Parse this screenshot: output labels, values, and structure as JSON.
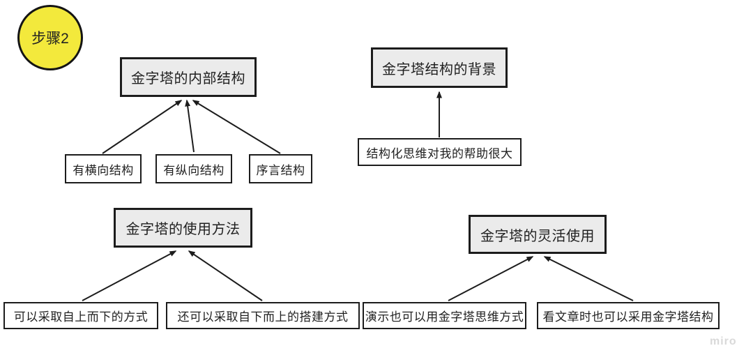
{
  "app": {
    "watermark": "miro"
  },
  "badge": {
    "label": "步骤2",
    "fill": "#f3e93c"
  },
  "colors": {
    "box_border": "#1c1c1c",
    "parent_fill": "#ebebeb",
    "child_fill": "#ffffff",
    "arrow": "#1c1c1c",
    "badge_fill": "#f3e93c"
  },
  "diagram": {
    "type": "pyramid-principle-mindmap",
    "groups": [
      {
        "parent": "金字塔的内部结构",
        "children": [
          "有横向结构",
          "有纵向结构",
          "序言结构"
        ]
      },
      {
        "parent": "金字塔结构的背景",
        "children": [
          "结构化思维对我的帮助很大"
        ]
      },
      {
        "parent": "金字塔的使用方法",
        "children": [
          "可以采取自上而下的方式",
          "还可以采取自下而上的搭建方式"
        ]
      },
      {
        "parent": "金字塔的灵活使用",
        "children": [
          "演示也可以用金字塔思维方式",
          "看文章时也可以采用金字塔结构"
        ]
      }
    ]
  },
  "nodes": {
    "internal": {
      "label": "金字塔的内部结构"
    },
    "background": {
      "label": "金字塔结构的背景"
    },
    "horizontal": {
      "label": "有横向结构"
    },
    "vertical": {
      "label": "有纵向结构"
    },
    "preface": {
      "label": "序言结构"
    },
    "help": {
      "label": "结构化思维对我的帮助很大"
    },
    "usage": {
      "label": "金字塔的使用方法"
    },
    "flexible": {
      "label": "金字塔的灵活使用"
    },
    "topdown": {
      "label": "可以采取自上而下的方式"
    },
    "bottomup": {
      "label": "还可以采取自下而上的搭建方式"
    },
    "presentation": {
      "label": "演示也可以用金字塔思维方式"
    },
    "reading": {
      "label": "看文章时也可以采用金字塔结构"
    }
  }
}
